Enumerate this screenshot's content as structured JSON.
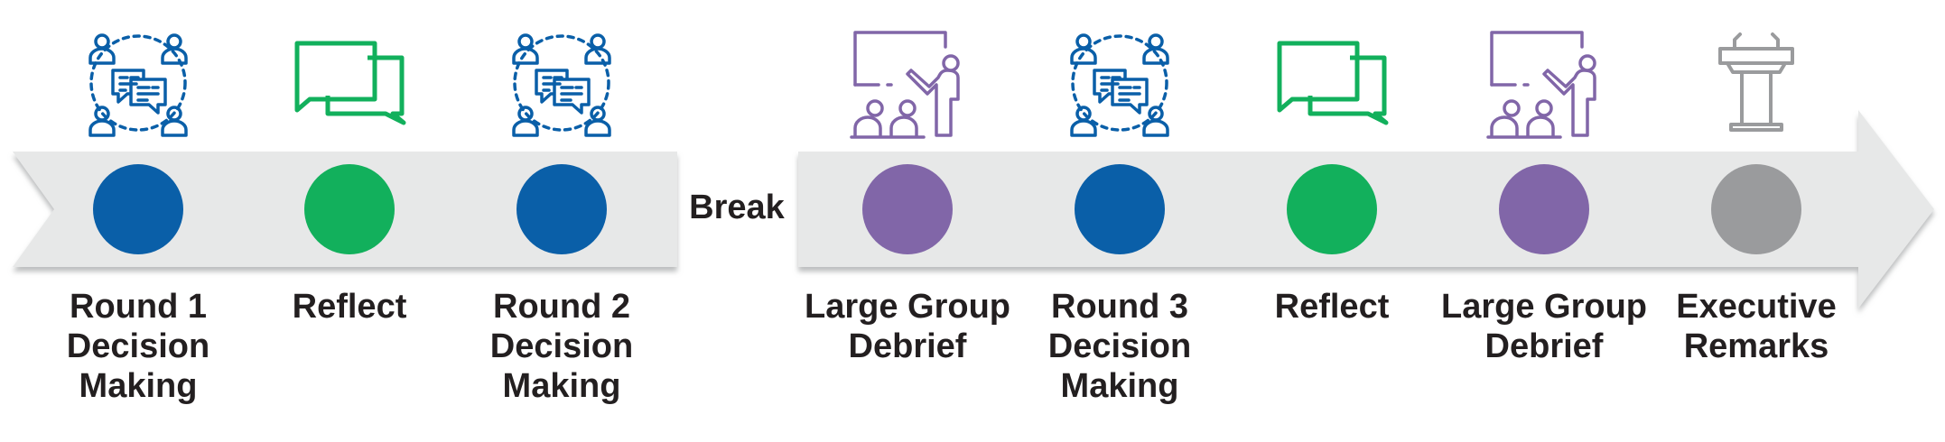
{
  "colors": {
    "blue": "#0a5fa8",
    "green": "#12b05c",
    "purple": "#8166a8",
    "gray": "#9a9b9d",
    "band": "#e7e8e8",
    "band_shadow": "#bdbfc0"
  },
  "break_label": "Break",
  "steps": [
    {
      "label": "Round 1\nDecision\nMaking",
      "color": "#0a5fa8",
      "icon": "group-discussion-icon"
    },
    {
      "label": "Reflect",
      "color": "#12b05c",
      "icon": "chat-bubbles-icon"
    },
    {
      "label": "Round 2\nDecision\nMaking",
      "color": "#0a5fa8",
      "icon": "group-discussion-icon"
    },
    {
      "label": "Large Group\nDebrief",
      "color": "#8166a8",
      "icon": "presentation-icon"
    },
    {
      "label": "Round 3\nDecision\nMaking",
      "color": "#0a5fa8",
      "icon": "group-discussion-icon"
    },
    {
      "label": "Reflect",
      "color": "#12b05c",
      "icon": "chat-bubbles-icon"
    },
    {
      "label": "Large Group\nDebrief",
      "color": "#8166a8",
      "icon": "presentation-icon"
    },
    {
      "label": "Executive\nRemarks",
      "color": "#9a9b9d",
      "icon": "podium-icon"
    }
  ]
}
